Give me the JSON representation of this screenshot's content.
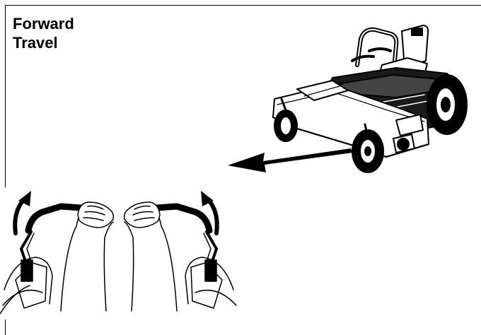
{
  "figure": {
    "title_line1": "Forward",
    "title_line2": "Travel"
  },
  "colors": {
    "ink": "#000000",
    "paper": "#ffffff"
  },
  "icons": {
    "mower": "zero-turn-mower-illustration",
    "direction": "forward-direction-arrow",
    "hands": "hands-pushing-levers-illustration",
    "motion": "curved-motion-arrow"
  }
}
